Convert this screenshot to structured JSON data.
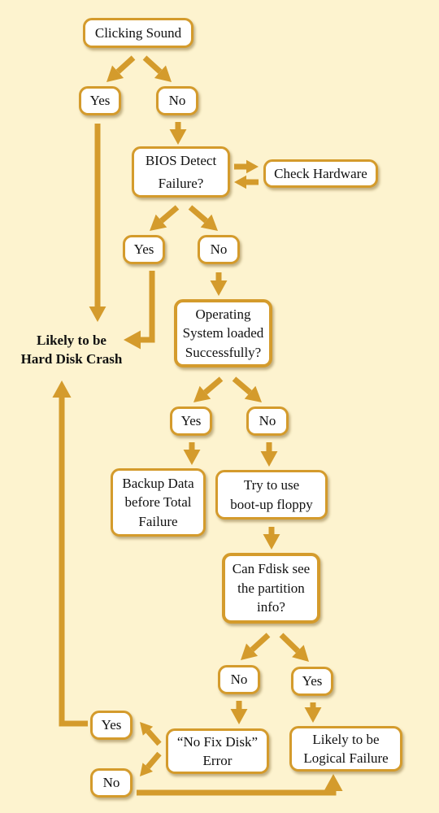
{
  "colors": {
    "background": "#fdf3cf",
    "arrow": "#d49b2c",
    "box_border": "#d49b2c",
    "box_fill": "#ffffff"
  },
  "nodes": {
    "clicking_sound": "Clicking Sound",
    "yes_1": "Yes",
    "no_1": "No",
    "bios_detect": [
      "BIOS Detect",
      "Failure?"
    ],
    "check_hardware": "Check Hardware",
    "yes_2": "Yes",
    "no_2": "No",
    "os_loaded": [
      "Operating",
      "System loaded",
      "Successfully?"
    ],
    "yes_3": "Yes",
    "no_3": "No",
    "backup_data": [
      "Backup Data",
      "before Total",
      "Failure"
    ],
    "boot_floppy": [
      "Try to use",
      "boot-up floppy"
    ],
    "fdisk": [
      "Can Fdisk see",
      "the partition",
      "info?"
    ],
    "no_4": "No",
    "yes_4": "Yes",
    "no_fix_disk": [
      "“No Fix Disk”",
      "Error"
    ],
    "logical_failure": [
      "Likely to be",
      "Logical Failure"
    ],
    "yes_5": "Yes",
    "no_5": "No"
  },
  "hard_disk_crash": [
    "Likely to be",
    "Hard Disk Crash"
  ]
}
